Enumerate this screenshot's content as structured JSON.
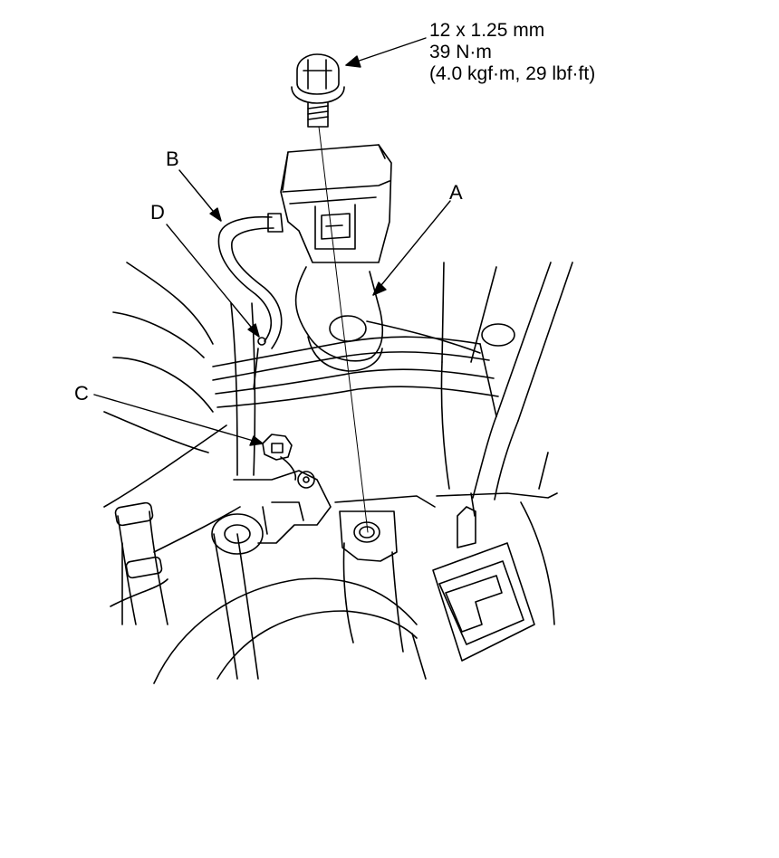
{
  "spec": {
    "thread": "12 x 1.25 mm",
    "torque_nm": "39 N·m",
    "torque_alt": "(4.0 kgf·m, 29 lbf·ft)"
  },
  "callouts": {
    "a": "A",
    "b": "B",
    "c": "C",
    "d": "D"
  },
  "colors": {
    "line": "#000000",
    "background": "#ffffff"
  }
}
